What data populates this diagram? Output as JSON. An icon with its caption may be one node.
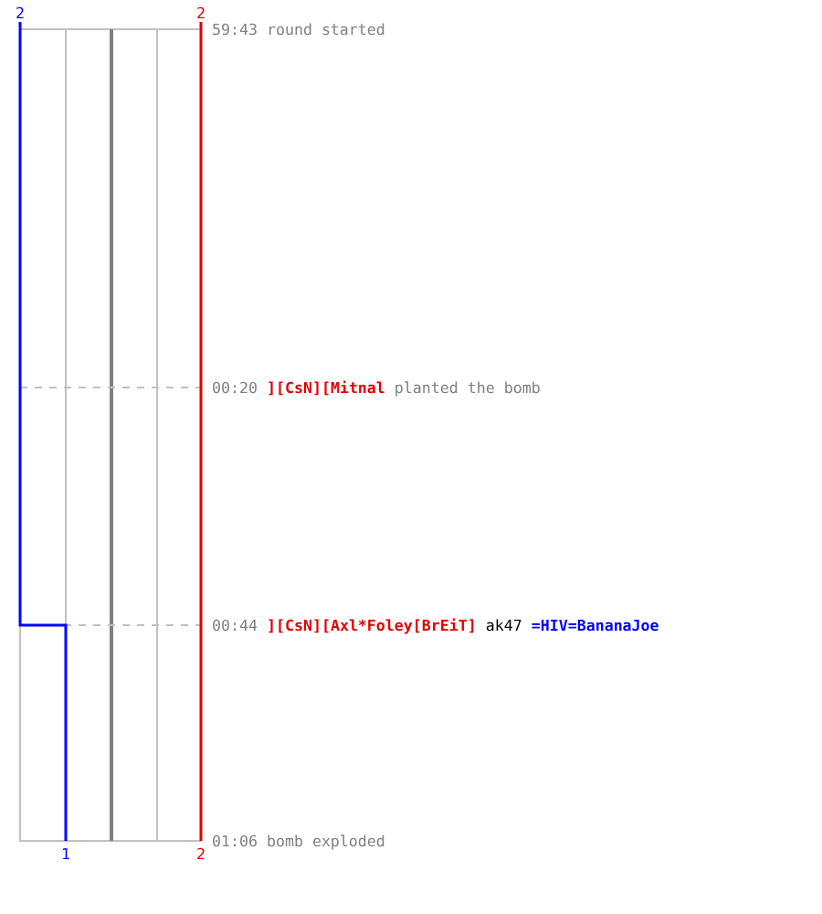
{
  "diagram": {
    "labels": [
      "2",
      "2",
      "59:43 round started",
      "00:20",
      "][CsN][Mitnal",
      "planted the bomb",
      "00:44",
      "][CsN][Axl*Foley[BrEiT]",
      "ak47",
      "=HIV=BananaJoe",
      "1",
      "2",
      "01:06 bomb exploded"
    ]
  }
}
